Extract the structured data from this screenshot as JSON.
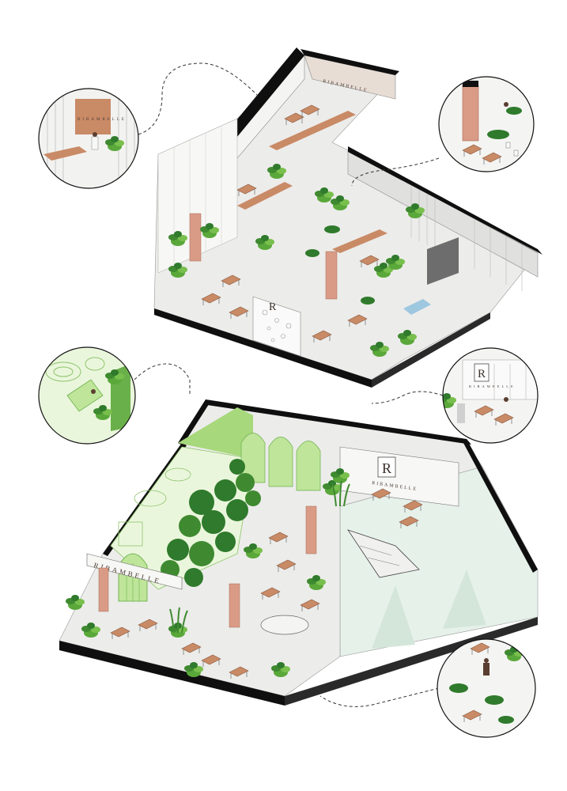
{
  "brand": {
    "name": "RIBAMBELLE",
    "monogram": "R"
  },
  "colors": {
    "wall_black": "#0f0f0f",
    "floor": "#ececea",
    "wall_light": "#f4f4f2",
    "table_wood": "#c98a66",
    "marble_pink": "#d99b86",
    "plant_dark": "#2f7a2c",
    "plant_mid": "#5aa83a",
    "plant_light": "#a7d87b",
    "lime": "#bfe59a",
    "mint_floor": "#e6f1ea",
    "dashed_line": "#333333"
  },
  "labels": {
    "upper_sign": "RIBAMBELLE",
    "lower_facade_sign": "RIBAMBELLE",
    "lower_wall_sign": "RIBAMBELLE",
    "bubble_upper_left_sign": "RIBAMBELLE",
    "bubble_lower_right_sign": "RIBAMBELLE"
  }
}
